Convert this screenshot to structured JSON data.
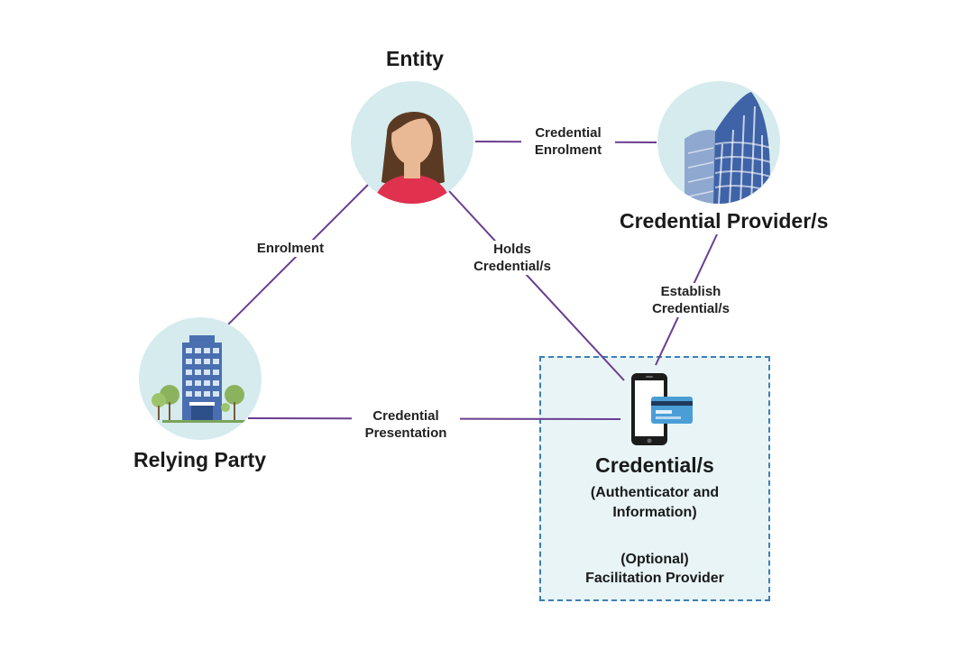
{
  "nodes": {
    "entity": {
      "title": "Entity"
    },
    "credential_provider": {
      "title": "Credential Provider/s"
    },
    "relying_party": {
      "title": "Relying Party"
    },
    "credential": {
      "title": "Credential/s",
      "subtitle_line1": "(Authenticator and",
      "subtitle_line2": "Information)",
      "facilitation_line1": "(Optional)",
      "facilitation_line2": "Facilitation Provider"
    }
  },
  "edges": {
    "credential_enrolment": {
      "line1": "Credential",
      "line2": "Enrolment"
    },
    "enrolment": {
      "line1": "Enrolment"
    },
    "holds_credential": {
      "line1": "Holds",
      "line2": "Credential/s"
    },
    "establish_credential": {
      "line1": "Establish",
      "line2": "Credential/s"
    },
    "credential_presentation": {
      "line1": "Credential",
      "line2": "Presentation"
    }
  },
  "colors": {
    "connector": "#6a3d8f",
    "circle_bg": "#d5ebee",
    "dashed_border": "#3b7fb6",
    "box_bg": "#e8f4f6"
  },
  "icons": {
    "entity": "person-icon",
    "credential_provider": "skyscraper-icon",
    "relying_party": "office-building-icon",
    "credential": "phone-card-icon"
  }
}
